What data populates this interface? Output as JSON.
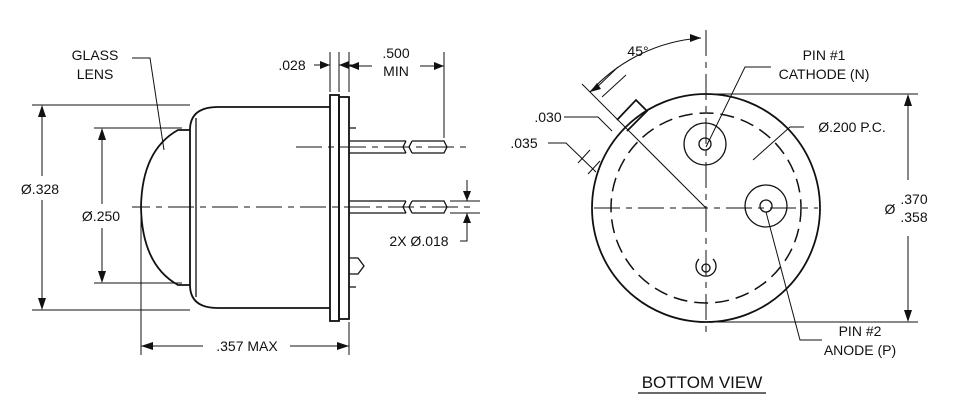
{
  "side_view": {
    "glass_lens": [
      "GLASS",
      "LENS"
    ],
    "flange_thickness": ".028",
    "lead_length": [
      ".500",
      "MIN"
    ],
    "body_diameter": "Ø.328",
    "lens_diameter": "Ø.250",
    "lead_diameter": "2X Ø.018",
    "overall_length": ".357 MAX"
  },
  "bottom_view": {
    "angle": "45°",
    "tab_width_a": ".030",
    "tab_width_b": ".035",
    "pin1": [
      "PIN #1",
      "CATHODE (N)"
    ],
    "pitch_circle": "Ø.200 P.C.",
    "diameter_prefix": "Ø",
    "diameter_max": ".370",
    "diameter_min": ".358",
    "pin2": [
      "PIN #2",
      "ANODE (P)"
    ],
    "title": "BOTTOM VIEW"
  }
}
